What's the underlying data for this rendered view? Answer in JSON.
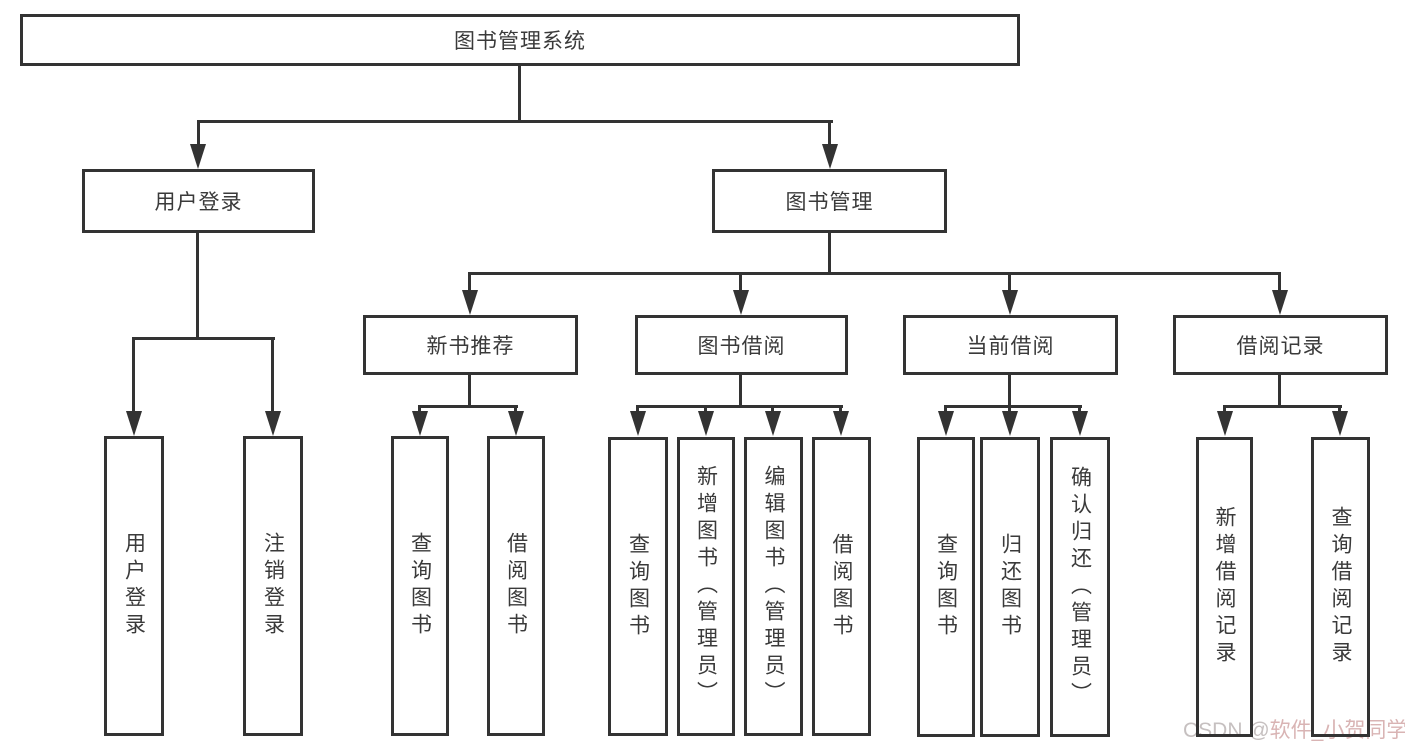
{
  "diagram": {
    "root": {
      "label": "图书管理系统"
    },
    "branches": [
      {
        "label": "用户登录",
        "children": [
          {
            "label": "用户登录"
          },
          {
            "label": "注销登录"
          }
        ]
      },
      {
        "label": "图书管理",
        "children": [
          {
            "label": "新书推荐",
            "children": [
              {
                "label": "查询图书"
              },
              {
                "label": "借阅图书"
              }
            ]
          },
          {
            "label": "图书借阅",
            "children": [
              {
                "label": "查询图书"
              },
              {
                "label": "新增图书（管理员）"
              },
              {
                "label": "编辑图书（管理员）"
              },
              {
                "label": "借阅图书"
              }
            ]
          },
          {
            "label": "当前借阅",
            "children": [
              {
                "label": "查询图书"
              },
              {
                "label": "归还图书"
              },
              {
                "label": "确认归还（管理员）"
              }
            ]
          },
          {
            "label": "借阅记录",
            "children": [
              {
                "label": "新增借阅记录"
              },
              {
                "label": "查询借阅记录"
              }
            ]
          }
        ]
      }
    ],
    "watermark": {
      "prefix": "CSDN @",
      "author": "软件_小贺同学"
    },
    "colors": {
      "line": "#333333",
      "text": "#3a3a3a",
      "watermark_gray": "#c6c0c0",
      "watermark_pink": "#d9b4b4"
    }
  }
}
